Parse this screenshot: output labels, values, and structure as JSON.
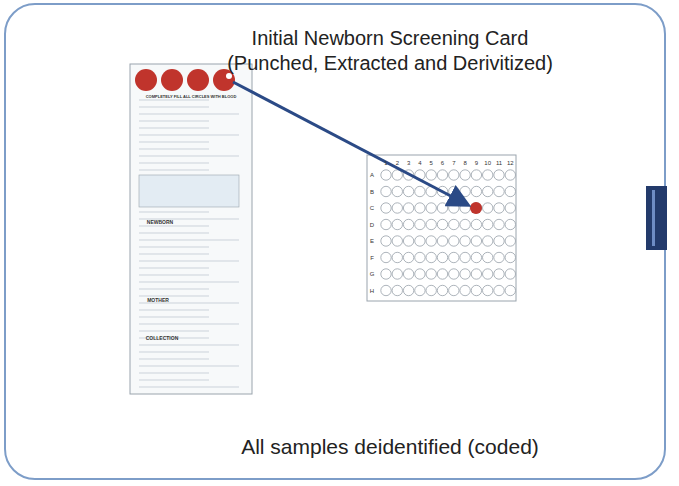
{
  "diagram": {
    "nodes": [
      {
        "text": [
          "Initial Newborn Screening Card (Punched, Extracted and Derivitized)",
          "All samples deidentified (coded)"
        ]
      }
    ],
    "labels": [
      "1",
      "2",
      "3",
      "4",
      "5",
      "6",
      "7",
      "8",
      "9",
      "10",
      "11",
      "12",
      "A",
      "B",
      "C",
      "D",
      "E",
      "F",
      "G",
      "H",
      "COMPLETELY FILL ALL CIRCLES WITH BLOOD",
      "NEWBORN",
      "MOTHER",
      "COLLECTION"
    ]
  }
}
